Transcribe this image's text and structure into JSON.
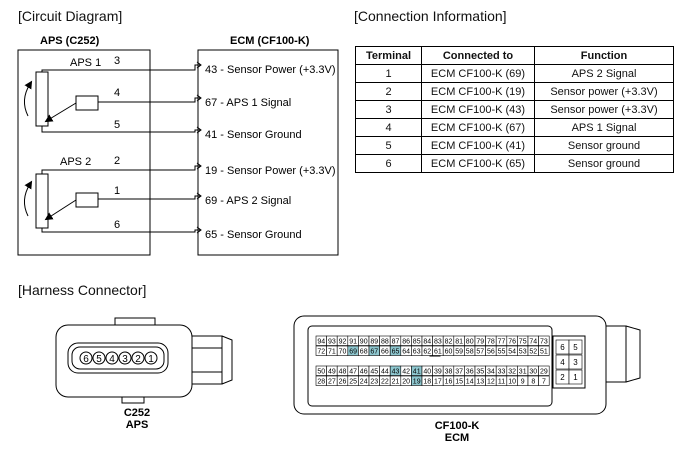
{
  "circuit": {
    "section_title": "[Circuit Diagram]",
    "aps_title": "APS (C252)",
    "ecm_title": "ECM (CF100-K)",
    "aps1_label": "APS 1",
    "aps2_label": "APS 2",
    "wires": [
      {
        "pin": "3",
        "ecm": "43 - Sensor Power (+3.3V)"
      },
      {
        "pin": "4",
        "ecm": "67 - APS 1 Signal"
      },
      {
        "pin": "5",
        "ecm": "41 - Sensor Ground"
      },
      {
        "pin": "2",
        "ecm": "19 - Sensor Power  (+3.3V)"
      },
      {
        "pin": "1",
        "ecm": "69 - APS 2 Signal"
      },
      {
        "pin": "6",
        "ecm": "65 - Sensor Ground"
      }
    ]
  },
  "connection": {
    "section_title": "[Connection Information]",
    "headers": [
      "Terminal",
      "Connected to",
      "Function"
    ],
    "rows": [
      [
        "1",
        "ECM CF100-K (69)",
        "APS 2 Signal"
      ],
      [
        "2",
        "ECM CF100-K (19)",
        "Sensor power (+3.3V)"
      ],
      [
        "3",
        "ECM CF100-K (43)",
        "Sensor power (+3.3V)"
      ],
      [
        "4",
        "ECM CF100-K (67)",
        "APS 1 Signal"
      ],
      [
        "5",
        "ECM CF100-K (41)",
        "Sensor ground"
      ],
      [
        "6",
        "ECM CF100-K (65)",
        "Sensor ground"
      ]
    ]
  },
  "harness": {
    "section_title": "[Harness Connector]",
    "c252_pins": [
      "6",
      "5",
      "4",
      "3",
      "2",
      "1"
    ],
    "c252_label_1": "C252",
    "c252_label_2": "APS",
    "ecm_label_1": "CF100-K",
    "ecm_label_2": "ECM",
    "ecm_rows": [
      [
        "94",
        "93",
        "92",
        "91",
        "90",
        "89",
        "88",
        "87",
        "86",
        "85",
        "84",
        "83",
        "82",
        "81",
        "80",
        "79",
        "78",
        "77",
        "76",
        "75",
        "74",
        "73"
      ],
      [
        "72",
        "71",
        "70",
        "69",
        "68",
        "67",
        "66",
        "65",
        "64",
        "63",
        "62",
        "61",
        "60",
        "59",
        "58",
        "57",
        "56",
        "55",
        "54",
        "53",
        "52",
        "51"
      ],
      [
        "50",
        "49",
        "48",
        "47",
        "46",
        "45",
        "44",
        "43",
        "42",
        "41",
        "40",
        "39",
        "38",
        "37",
        "36",
        "35",
        "34",
        "33",
        "32",
        "31",
        "30",
        "29"
      ],
      [
        "28",
        "27",
        "26",
        "25",
        "24",
        "23",
        "22",
        "21",
        "20",
        "19",
        "18",
        "17",
        "16",
        "15",
        "14",
        "13",
        "12",
        "11",
        "10",
        "9",
        "8",
        "7"
      ]
    ],
    "ecm_small_rows": [
      [
        "6",
        "5"
      ],
      [
        "4",
        "3"
      ],
      [
        "2",
        "1"
      ]
    ],
    "highlighted_pins": [
      "69",
      "67",
      "65",
      "43",
      "41",
      "19"
    ],
    "highlight_color": "#8ec7cf"
  }
}
